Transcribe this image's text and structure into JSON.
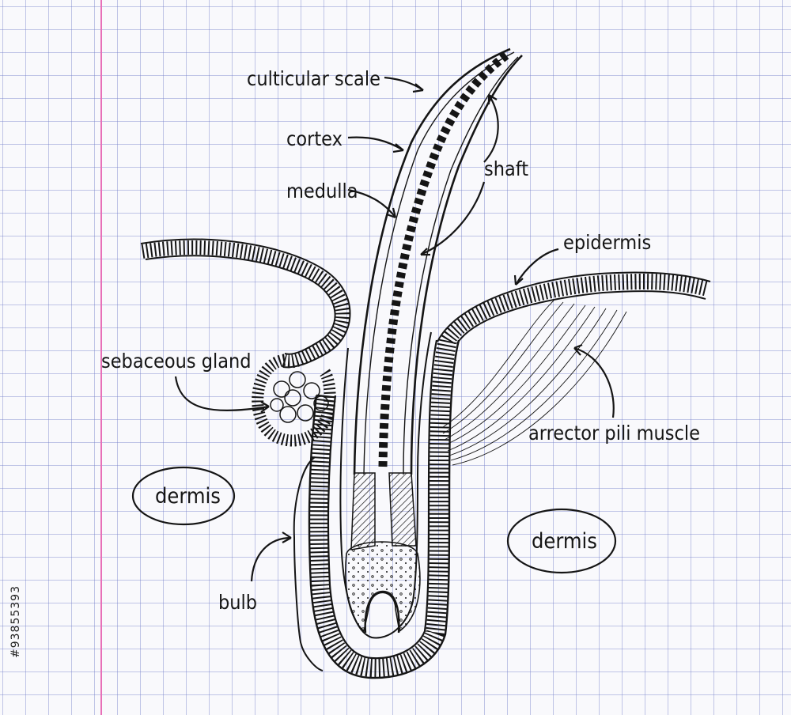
{
  "labels": {
    "cuticular_scale": "culticular scale",
    "cortex": "cortex",
    "medulla": "medulla",
    "shaft": "shaft",
    "epidermis": "epidermis",
    "sebaceous_gland": "sebaceous gland",
    "arrector_pili_muscle": "arrector pili muscle",
    "dermis_left": "dermis",
    "dermis_right": "dermis",
    "bulb": "bulb"
  },
  "stock_id": "#93855393",
  "colors": {
    "ink": "#151515",
    "grid": "#8e96d6",
    "margin_line": "#e870b8",
    "paper": "#f9f9fc"
  }
}
